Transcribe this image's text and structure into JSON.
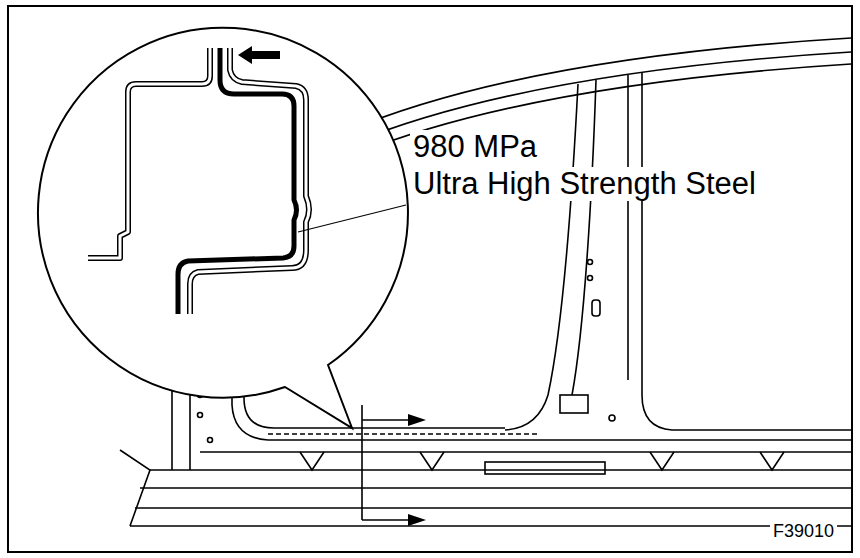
{
  "diagram": {
    "labels": [
      "980 MPa",
      "Ultra High Strength Steel",
      "F39010"
    ]
  }
}
